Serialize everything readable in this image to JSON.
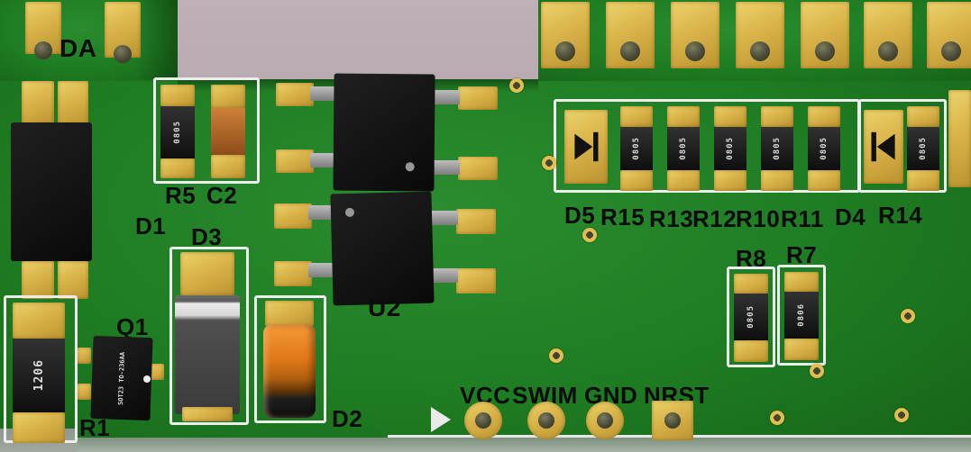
{
  "board": {
    "type": "3d-pcb-render",
    "colors": {
      "background": "#b2a3ab",
      "soldermask_green": "#1e7c22",
      "pad_gold": "#d9b44a",
      "silkscreen_white": "#ededed",
      "label_ink": "#0b0b0b",
      "component_body_black": "#141414",
      "capacitor_orange": "#e07818",
      "chip_capacitor_brown": "#a86226",
      "diode_body_gray": "#4a4a4a",
      "drill_hole": "#45452f"
    },
    "labels": {
      "da": "DA",
      "r5": "R5",
      "c2": "C2",
      "d1": "D1",
      "d3": "D3",
      "q1": "Q1",
      "r1": "R1",
      "u2": "U2",
      "d2": "D2",
      "d5": "D5",
      "r15": "R15",
      "r13": "R13",
      "r12": "R12",
      "r10": "R10",
      "r11": "R11",
      "d4": "D4",
      "r14": "R14",
      "r8": "R8",
      "r7": "R7",
      "vcc": "VCC",
      "swim": "SWIM",
      "gnd": "GND",
      "nrst": "NRST"
    },
    "markings": {
      "r5": "0805",
      "r1": "1206",
      "q1": "SOT23 TO-236AA",
      "r15": "0805",
      "r13": "0805",
      "r12": "0805",
      "r10": "0805",
      "r11": "0805",
      "r14": "0805",
      "r8": "0805",
      "r7": "0806"
    }
  }
}
